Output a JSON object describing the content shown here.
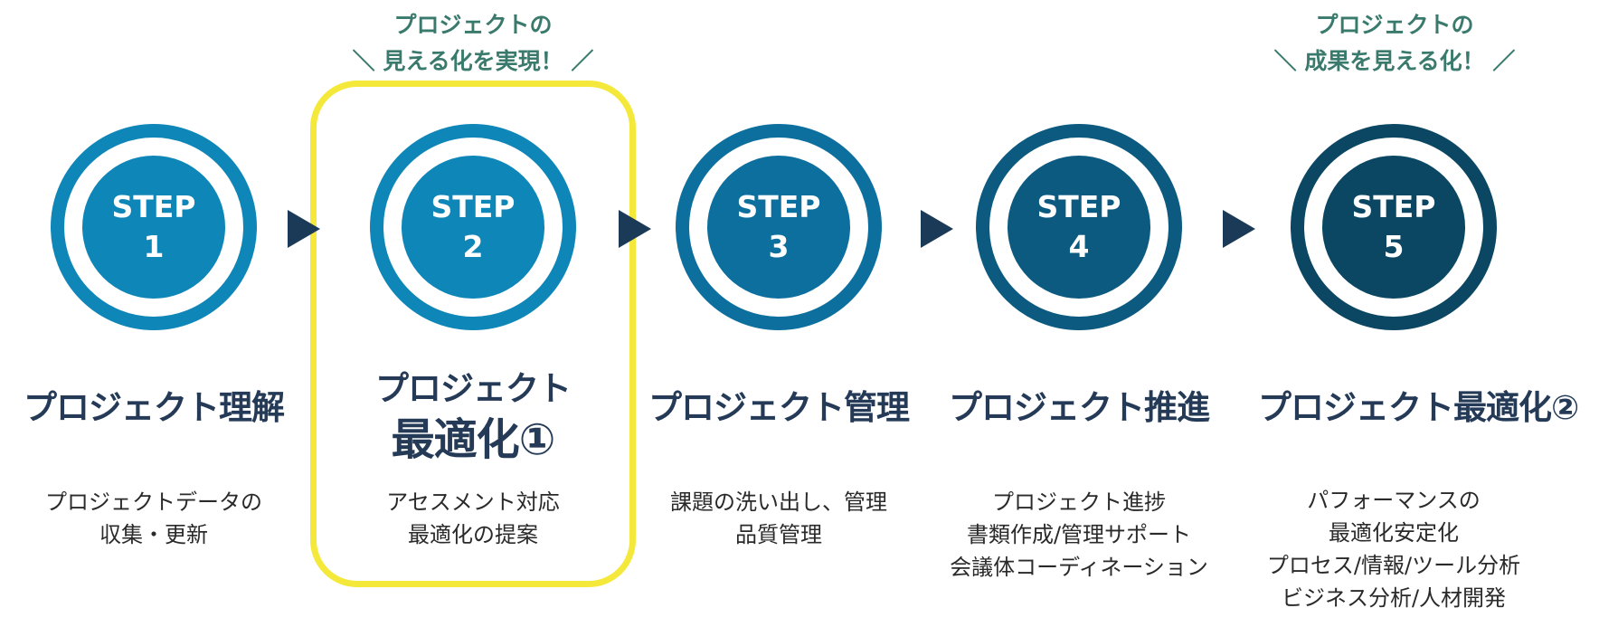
{
  "callouts": [
    {
      "line1": "プロジェクトの",
      "line2": "＼ 見える化を実現！ ／"
    },
    {
      "line1": "プロジェクトの",
      "line2": "＼ 成果を見える化！ ／"
    }
  ],
  "steps": [
    {
      "step_label": "STEP",
      "number": "1",
      "title": "プロジェクト理解",
      "title_line2": "",
      "desc": [
        "プロジェクトデータの",
        "収集・更新"
      ],
      "color": "#0e86b8"
    },
    {
      "step_label": "STEP",
      "number": "2",
      "title": "プロジェクト",
      "title_line2": "最適化①",
      "desc": [
        "アセスメント対応",
        "最適化の提案"
      ],
      "color": "#0e86b8"
    },
    {
      "step_label": "STEP",
      "number": "3",
      "title": "プロジェクト管理",
      "title_line2": "",
      "desc": [
        "課題の洗い出し、管理",
        "品質管理"
      ],
      "color": "#0d6f9e"
    },
    {
      "step_label": "STEP",
      "number": "4",
      "title": "プロジェクト推進",
      "title_line2": "",
      "desc": [
        "プロジェクト進捗",
        "書類作成/管理サポート",
        "会議体コーディネーション"
      ],
      "color": "#0c5a80"
    },
    {
      "step_label": "STEP",
      "number": "5",
      "title": "プロジェクト最適化②",
      "title_line2": "",
      "desc": [
        "パフォーマンスの",
        "最適化安定化",
        "プロセス/情報/ツール分析",
        "ビジネス分析/人材開発"
      ],
      "color": "#0b4763"
    }
  ],
  "colors": {
    "highlight": "#f4e93b",
    "arrow": "#1b3a57",
    "title": "#243a57",
    "callout": "#3a7a6d"
  }
}
